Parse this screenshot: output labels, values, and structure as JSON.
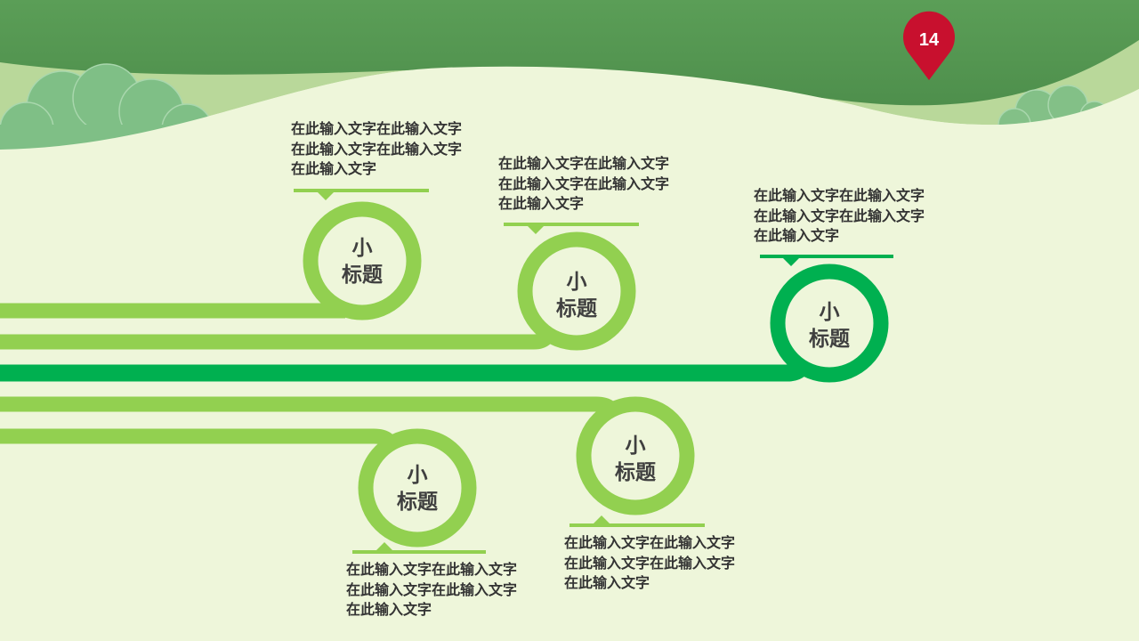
{
  "page_number": "14",
  "colors": {
    "light_green": "#92d050",
    "dark_green": "#00b050",
    "badge_red": "#c8102e",
    "header_green": "#5ea35a"
  },
  "nodes": [
    {
      "title": "小\n标题",
      "text": "在此输入文字在此输入文字在此输入文字在此输入文字在此输入文字"
    },
    {
      "title": "小\n标题",
      "text": "在此输入文字在此输入文字在此输入文字在此输入文字在此输入文字"
    },
    {
      "title": "小\n标题",
      "text": "在此输入文字在此输入文字在此输入文字在此输入文字在此输入文字"
    },
    {
      "title": "小\n标题",
      "text": "在此输入文字在此输入文字在此输入文字在此输入文字在此输入文字"
    },
    {
      "title": "小\n标题",
      "text": "在此输入文字在此输入文字在此输入文字在此输入文字在此输入文字"
    }
  ]
}
